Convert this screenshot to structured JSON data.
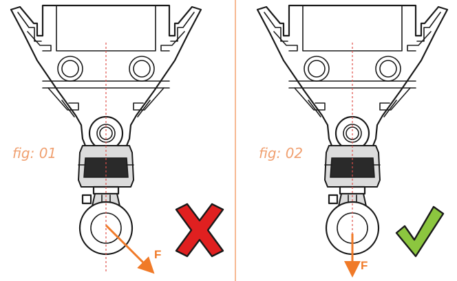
{
  "figures": [
    {
      "label": "fig: 01",
      "force_label": "F",
      "verdict": "incorrect",
      "verdict_icon": "red-x-icon",
      "verdict_color": "#e02020"
    },
    {
      "label": "fig: 02",
      "force_label": "F",
      "verdict": "correct",
      "verdict_icon": "green-check-icon",
      "verdict_color": "#8cc63f"
    }
  ],
  "colors": {
    "divider": "#f08a4a",
    "force_arrow": "#f07a28",
    "centerline": "#e0504a",
    "label": "#f0a070"
  }
}
